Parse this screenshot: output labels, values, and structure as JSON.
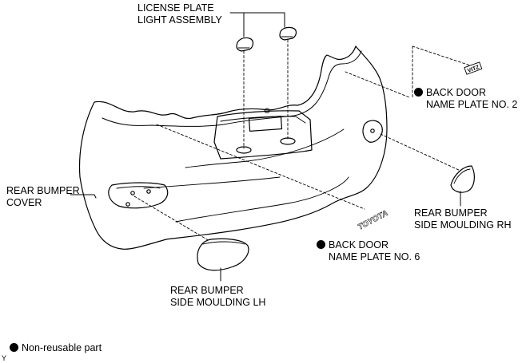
{
  "labels": {
    "license_plate_light": [
      "LICENSE PLATE",
      "LIGHT ASSEMBLY"
    ],
    "name_plate_2": [
      "BACK DOOR",
      "NAME PLATE NO. 2"
    ],
    "rear_bumper_cover": [
      "REAR BUMPER",
      "COVER"
    ],
    "side_moulding_rh": [
      "REAR BUMPER",
      "SIDE MOULDING RH"
    ],
    "name_plate_6": [
      "BACK DOOR",
      "NAME PLATE NO. 6"
    ],
    "side_moulding_lh": [
      "REAR BUMPER",
      "SIDE MOULDING LH"
    ]
  },
  "emblem_texts": {
    "name_plate_6": "TOYOTA",
    "name_plate_2": "VITZ"
  },
  "legend": {
    "text": "Non-reusable part",
    "symbol": "filled-circle"
  },
  "corner_code": "Y",
  "colors": {
    "line": "#000000",
    "background": "#ffffff"
  }
}
